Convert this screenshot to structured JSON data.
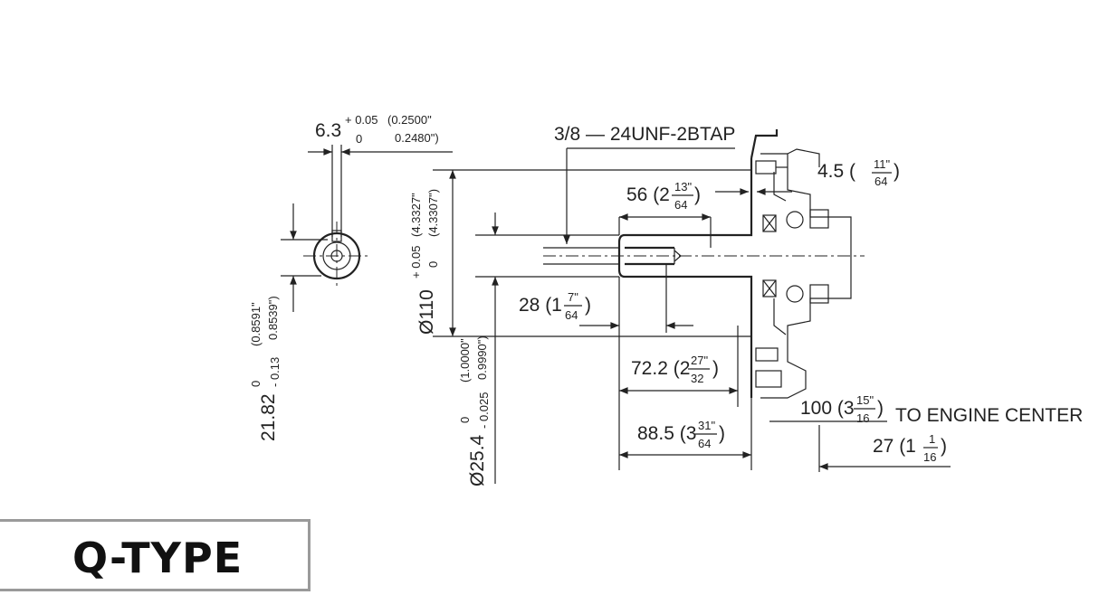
{
  "labels": {
    "key_width": "6.3",
    "key_width_plus": "+ 0.05",
    "key_width_minus": "0",
    "key_width_in_upper": "(0.2500\"",
    "key_width_in_lower": "0.2480\")",
    "tap": "3/8 — 24UNF-2BTAP",
    "d_4_5": "4.5 (",
    "d_4_5_num": "11\"",
    "d_4_5_den": "64",
    "d_4_5_close": ")",
    "d_56": "56 (2",
    "d_56_num": "13\"",
    "d_56_den": "64",
    "d_56_close": ")",
    "d_110": "Ø110",
    "d_110_plus": "+ 0.05",
    "d_110_minus": "0",
    "d_110_in_upper": "(4.3327\"",
    "d_110_in_lower": "(4.3307\")",
    "d_28": "28 (1",
    "d_28_num": "7\"",
    "d_28_den": "64",
    "d_28_close": ")",
    "d_72": "72.2 (2",
    "d_72_num": "27\"",
    "d_72_den": "32",
    "d_72_close": ")",
    "d_88": "88.5 (3",
    "d_88_num": "31\"",
    "d_88_den": "64",
    "d_88_close": ")",
    "d_100": "100 (3",
    "d_100_num": "15\"",
    "d_100_den": "16",
    "d_100_close": ")",
    "engine_center": "TO ENGINE CENTER",
    "d_27": "27 (1",
    "d_27_num": "1",
    "d_27_den": "16",
    "d_27_close": ")",
    "d_21": "21.82",
    "d_21_upper": "0",
    "d_21_lower": "- 0.13",
    "d_21_in_upper": "(0.8591\"",
    "d_21_in_lower": "0.8539\")",
    "d_25": "Ø25.4",
    "d_25_upper": "0",
    "d_25_lower": "- 0.025",
    "d_25_in_upper": "(1.0000\"",
    "d_25_in_lower": "0.9990\")"
  },
  "type_label": "Q-TYPE"
}
